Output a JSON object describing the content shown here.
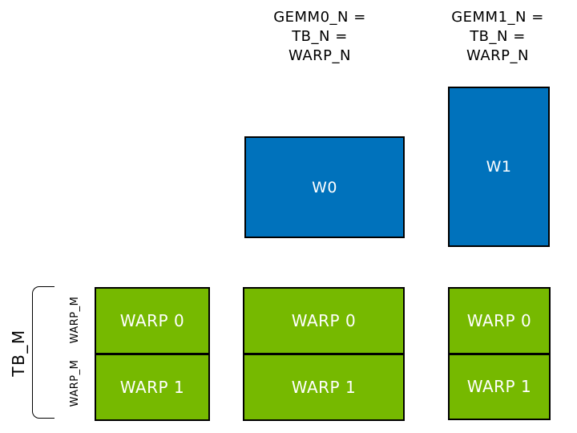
{
  "diagram": {
    "description": "GEMM warp tiling diagram: two blue warp tiles (W0, W1) above three green threadblock tiles each split into WARP 0 / WARP 1 rows",
    "background": "#ffffff"
  },
  "colors": {
    "warp_tile_blue": "#0072BC",
    "warp_group_green": "#76B900",
    "outline_black": "#000000",
    "label_white": "#ffffff",
    "label_black": "#000000"
  },
  "column_headers": [
    {
      "lines": [
        "GEMM0_N =",
        "TB_N =",
        "WARP_N"
      ]
    },
    {
      "lines": [
        "GEMM1_N =",
        "TB_N =",
        "WARP_N"
      ]
    }
  ],
  "blue_tiles": [
    {
      "label": "W0"
    },
    {
      "label": "W1"
    }
  ],
  "warp_groups": [
    {
      "cells": [
        "WARP 0",
        "WARP 1"
      ]
    },
    {
      "cells": [
        "WARP 0",
        "WARP 1"
      ]
    },
    {
      "cells": [
        "WARP 0",
        "WARP 1"
      ]
    }
  ],
  "left_annotations": {
    "tb_m": "TB_M",
    "warp_m_top": "WARP_M",
    "warp_m_bottom": "WARP_M"
  }
}
